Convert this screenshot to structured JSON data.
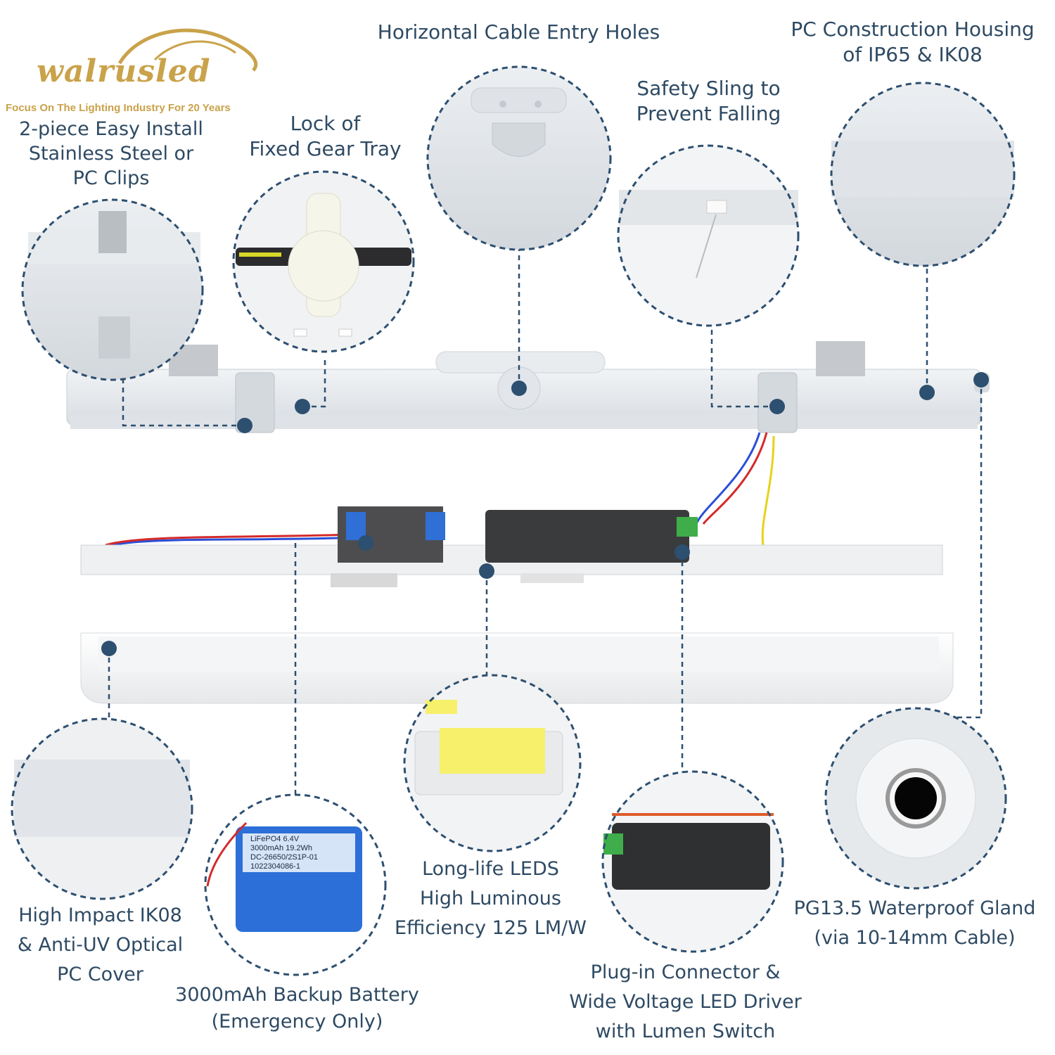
{
  "brand": {
    "name": "walrusled",
    "tagline": "Focus On The Lighting Industry For 20 Years",
    "accent_color": "#c9a24a"
  },
  "colors": {
    "text": "#2e4a63",
    "callout_dot": "#2d4f70",
    "dashed_line": "#2d4f70",
    "housing": "#e8ecef"
  },
  "features": {
    "cable_entry": [
      "Horizontal Cable Entry Holes"
    ],
    "housing": [
      "PC Construction Housing",
      "of IP65 & IK08"
    ],
    "safety_sling": [
      "Safety Sling to",
      "Prevent Falling"
    ],
    "lock": [
      "Lock of",
      "Fixed Gear Tray"
    ],
    "clips": [
      "2-piece Easy Install",
      "Stainless Steel or",
      "PC Clips"
    ],
    "cover": [
      "High Impact IK08",
      "& Anti-UV Optical",
      "PC Cover"
    ],
    "battery": [
      "3000mAh Backup Battery",
      "(Emergency Only)"
    ],
    "leds": [
      "Long-life LEDS",
      "High Luminous",
      "Efficiency 125 LM/W"
    ],
    "driver": [
      "Plug-in Connector &",
      "Wide Voltage LED Driver",
      "with Lumen Switch"
    ],
    "gland": [
      "PG13.5 Waterproof Gland",
      "(via 10-14mm Cable)"
    ]
  },
  "battery_label": {
    "chem": "LiFePO4  6.4V",
    "cap": "3000mAh  19.2Wh",
    "model": "DC-26650/2S1P-01",
    "serial": "1022304086-1"
  }
}
